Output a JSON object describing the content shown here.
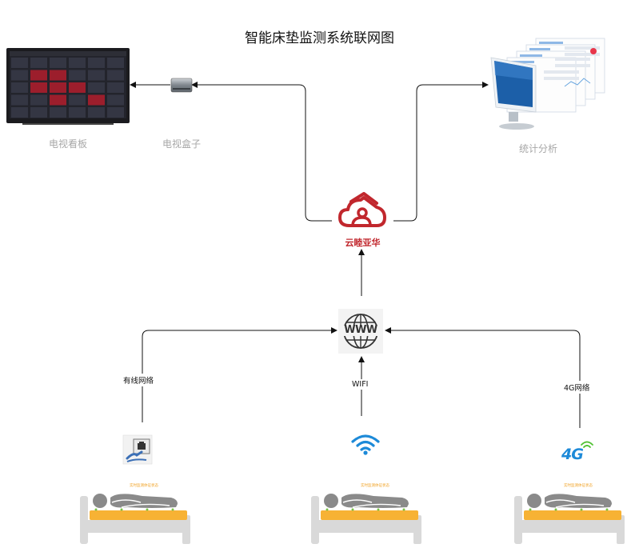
{
  "diagram": {
    "title": "智能床垫监测系统联网图",
    "nodes": {
      "tv_board": {
        "label": "电视看板",
        "icon": "tv-dashboard-icon"
      },
      "tv_box": {
        "label": "电视盒子",
        "icon": "set-top-box-icon"
      },
      "stats": {
        "label": "统计分析",
        "icon": "monitor-analytics-icon"
      },
      "cloud": {
        "label": "云睦亚华",
        "icon": "cloud-house-logo"
      },
      "internet": {
        "label": "WWW",
        "icon": "globe-icon"
      },
      "wired": {
        "icon": "ethernet-icon"
      },
      "wifi": {
        "icon": "wifi-icon"
      },
      "cellular": {
        "label": "4G",
        "icon": "4g-icon"
      }
    },
    "edges": {
      "wired_label": "有线网络",
      "wifi_label": "WIFI",
      "cellular_label": "4G网络"
    },
    "beds": [
      {
        "tag": "实时监测体征状态"
      },
      {
        "tag": "实时监测体征状态"
      },
      {
        "tag": "实时监测体征状态"
      }
    ],
    "colors": {
      "brand": "#c1272d",
      "mattress": "#f7b234",
      "bed_frame": "#d9d9d9",
      "body": "#8a8a8a"
    }
  }
}
